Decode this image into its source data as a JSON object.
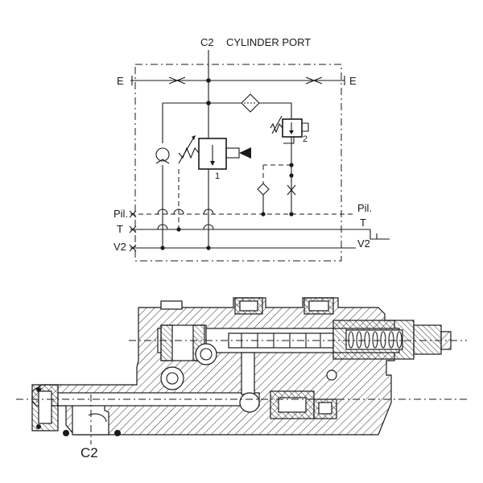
{
  "schematic": {
    "title": "CYLINDER PORT",
    "port_c2": "C2",
    "port_e_left": "E",
    "port_e_right": "E",
    "line_pil_left": "Pil.",
    "line_pil_right": "Pil.",
    "line_t_left": "T",
    "line_t_right": "T",
    "line_v2_left": "V2",
    "line_v2_right": "V2",
    "item_1": "1",
    "item_2": "2"
  },
  "section_view": {
    "port_c2": "C2"
  }
}
